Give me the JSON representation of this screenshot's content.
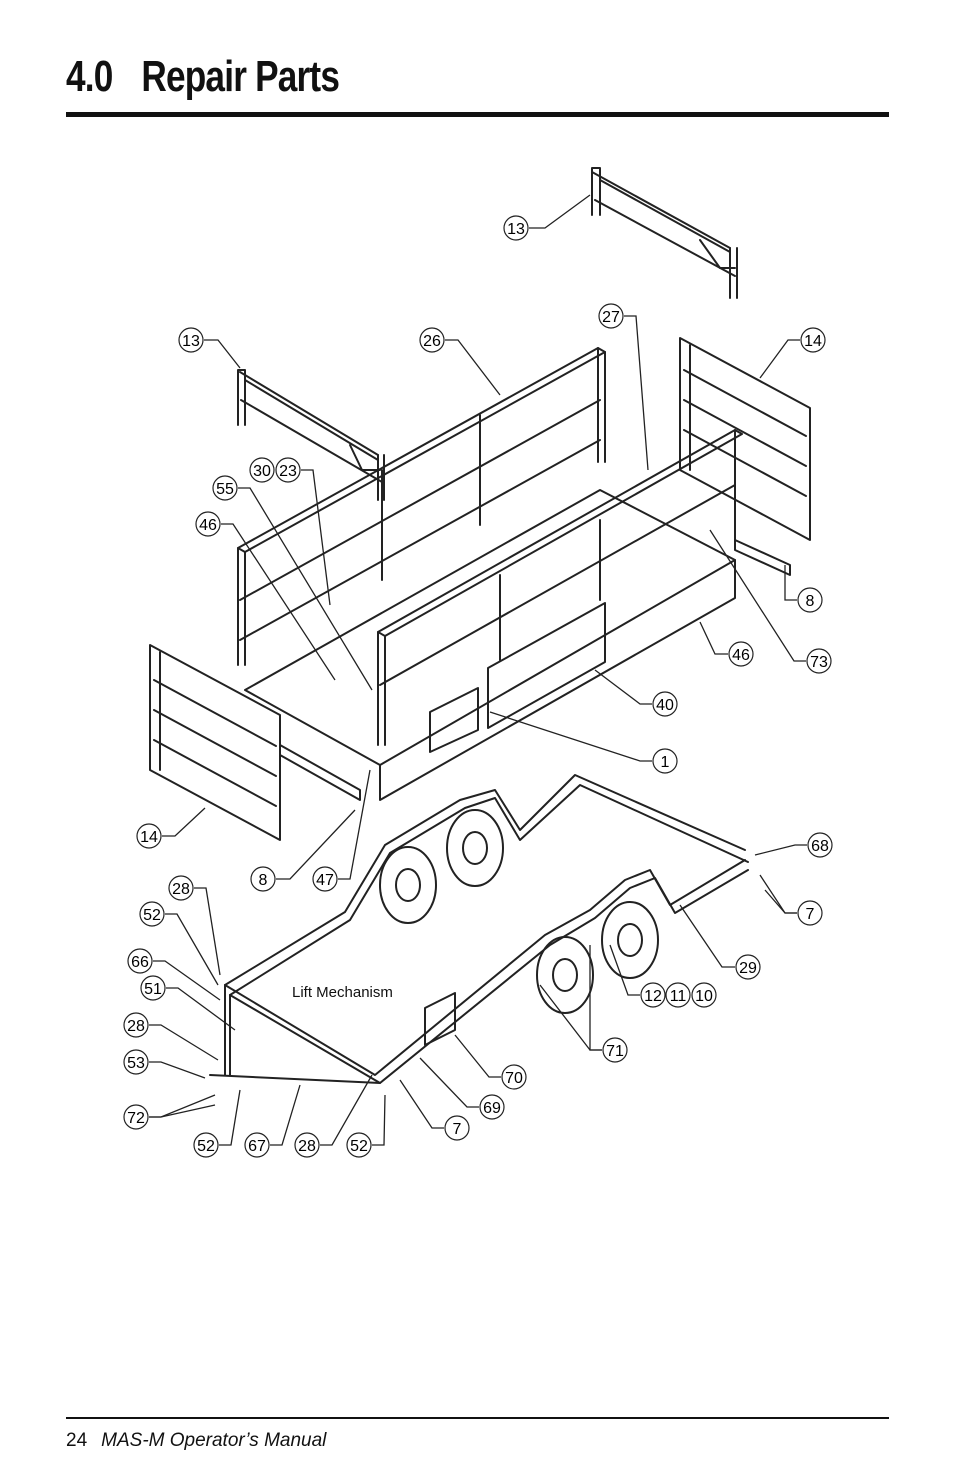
{
  "header": {
    "section_number": "4.0",
    "section_title": "Repair Parts"
  },
  "diagram": {
    "caption_label": "Lift Mechanism",
    "callouts": [
      {
        "id": "c13a",
        "label": "13"
      },
      {
        "id": "c13b",
        "label": "13"
      },
      {
        "id": "c26",
        "label": "26"
      },
      {
        "id": "c27",
        "label": "27"
      },
      {
        "id": "c14a",
        "label": "14"
      },
      {
        "id": "c30",
        "label": "30"
      },
      {
        "id": "c23",
        "label": "23"
      },
      {
        "id": "c55",
        "label": "55"
      },
      {
        "id": "c46a",
        "label": "46"
      },
      {
        "id": "c8a",
        "label": "8"
      },
      {
        "id": "c46b",
        "label": "46"
      },
      {
        "id": "c73",
        "label": "73"
      },
      {
        "id": "c40",
        "label": "40"
      },
      {
        "id": "c1",
        "label": "1"
      },
      {
        "id": "c14b",
        "label": "14"
      },
      {
        "id": "c68",
        "label": "68"
      },
      {
        "id": "c8b",
        "label": "8"
      },
      {
        "id": "c47",
        "label": "47"
      },
      {
        "id": "c28a",
        "label": "28"
      },
      {
        "id": "c7a",
        "label": "7"
      },
      {
        "id": "c52a",
        "label": "52"
      },
      {
        "id": "c29",
        "label": "29"
      },
      {
        "id": "c66",
        "label": "66"
      },
      {
        "id": "c12",
        "label": "12"
      },
      {
        "id": "c11",
        "label": "11"
      },
      {
        "id": "c10",
        "label": "10"
      },
      {
        "id": "c51",
        "label": "51"
      },
      {
        "id": "c28b",
        "label": "28"
      },
      {
        "id": "c71",
        "label": "71"
      },
      {
        "id": "c53",
        "label": "53"
      },
      {
        "id": "c70",
        "label": "70"
      },
      {
        "id": "c69",
        "label": "69"
      },
      {
        "id": "c72",
        "label": "72"
      },
      {
        "id": "c7b",
        "label": "7"
      },
      {
        "id": "c52b",
        "label": "52"
      },
      {
        "id": "c67",
        "label": "67"
      },
      {
        "id": "c28c",
        "label": "28"
      },
      {
        "id": "c52c",
        "label": "52"
      }
    ]
  },
  "footer": {
    "page_number": "24",
    "document_title": "MAS-M Operator’s Manual"
  }
}
